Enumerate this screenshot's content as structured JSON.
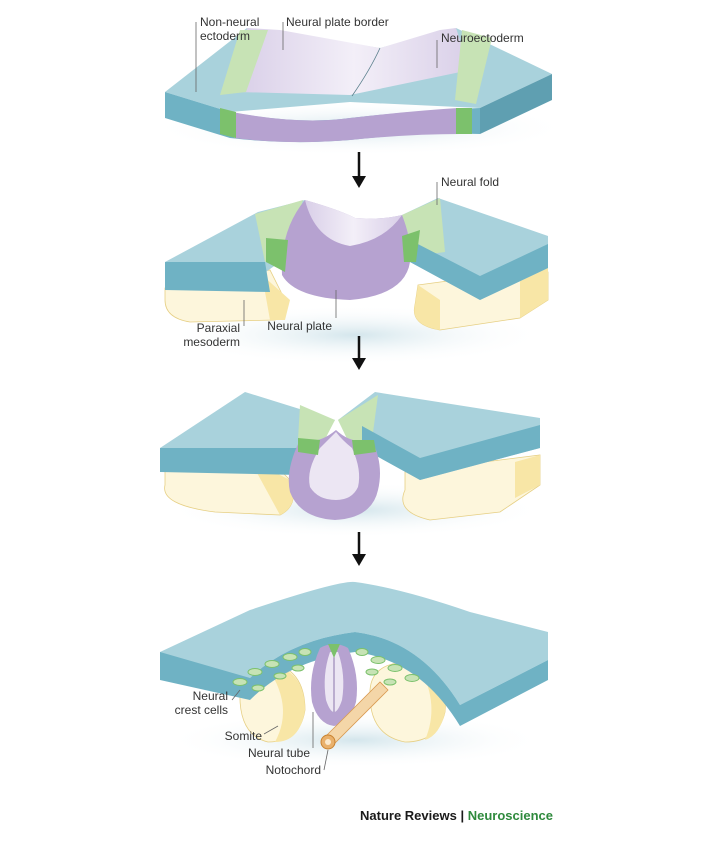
{
  "labels": {
    "non_neural_line1": "Non-neural",
    "non_neural_line2": "ectoderm",
    "neural_plate_border": "Neural plate border",
    "neuroectoderm": "Neuroectoderm",
    "neural_fold": "Neural fold",
    "paraxial_line1": "Paraxial",
    "paraxial_line2": "mesoderm",
    "neural_plate": "Neural plate",
    "neural_crest_line1": "Neural",
    "neural_crest_line2": "crest cells",
    "somite": "Somite",
    "neural_tube": "Neural tube",
    "notochord": "Notochord"
  },
  "credit": {
    "publisher": "Nature Reviews",
    "separator": "|",
    "journal": "Neuroscience"
  },
  "colors": {
    "ectoderm_top": "#a9d2dc",
    "ectoderm_side": "#6fb2c4",
    "border_green": "#c7e3b5",
    "border_dark_green": "#7cc16c",
    "neural_purple": "#b6a2d0",
    "neural_light": "#ece6f3",
    "mesoderm_yellow": "#f8e6a6",
    "mesoderm_light": "#fdf6dc",
    "notochord_orange": "#e9b16c",
    "credit_black": "#1a1a1a",
    "credit_green": "#2f8a3d"
  },
  "icons": [
    "arrow-down-icon"
  ]
}
